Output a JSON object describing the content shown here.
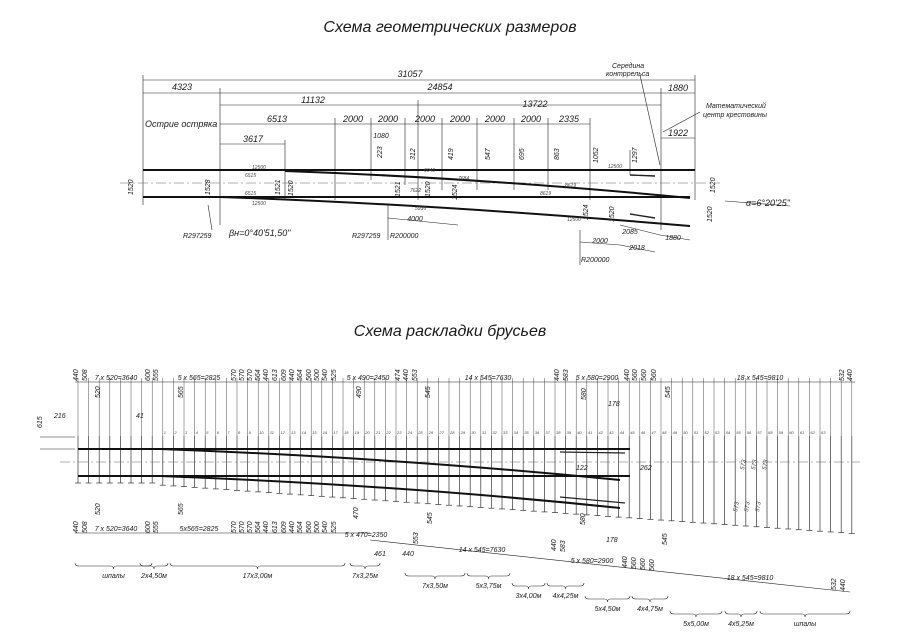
{
  "geometry": {
    "title": "Схема геометрических размеров",
    "labels": {
      "tip": "Острие остряка",
      "guard_mid_1": "Середина",
      "guard_mid_2": "контррельса",
      "math_center_1": "Математический",
      "math_center_2": "центр крестовины",
      "alpha": "α=6°20'25\"",
      "beta": "βн=0°40'51,50\""
    },
    "dims": {
      "total": "31057",
      "d4323": "4323",
      "d24854": "24854",
      "d11132": "11132",
      "d13722": "13722",
      "d1880a": "1880",
      "d6513": "6513",
      "d2000": "2000",
      "d2335": "2335",
      "d1922": "1922",
      "d3617": "3617",
      "d1080": "1080",
      "d4000": "4000",
      "d2018": "2018",
      "d2085": "2085",
      "d1880b": "1880"
    },
    "ordinates": [
      "223",
      "312",
      "419",
      "547",
      "695",
      "863",
      "1052",
      "1297"
    ],
    "gauges": [
      "1520",
      "1528",
      "1521",
      "1520",
      "1521",
      "1520",
      "1524",
      "1524",
      "1520",
      "1520",
      "1520"
    ],
    "small": [
      "12500",
      "6515",
      "6515",
      "12500",
      "6049",
      "7684",
      "7622",
      "5936",
      "8619",
      "8619",
      "12500",
      "12500"
    ],
    "radii": [
      "R297259",
      "R297259",
      "R200000",
      "R200000"
    ]
  },
  "sleepers": {
    "title": "Схема раскладки брусьев",
    "top_row": [
      "440",
      "508",
      "7 x 520=3640",
      "600",
      "555",
      "5 x 565=2825",
      "570",
      "570",
      "570",
      "564",
      "440",
      "613",
      "609",
      "440",
      "564",
      "560",
      "500",
      "540",
      "525",
      "5 x 490=2450",
      "474",
      "440",
      "553",
      "14 x 545=7630",
      "440",
      "583",
      "5 x 580=2900",
      "440",
      "560",
      "560",
      "560",
      "18 x 545=9810",
      "532",
      "440"
    ],
    "second_row": [
      "520",
      "565",
      "490",
      "545",
      "580",
      "178",
      "545",
      "216",
      "615",
      "41"
    ],
    "bottom_row": [
      "440",
      "508",
      "7 x 520=3640",
      "600",
      "555",
      "5x565=2825",
      "570",
      "570",
      "570",
      "564",
      "440",
      "613",
      "609",
      "440",
      "564",
      "560",
      "500",
      "540",
      "525",
      "5 x 470=2350",
      "461",
      "440",
      "553",
      "14 x 545=7630",
      "440",
      "583",
      "5 x 580=2900",
      "440",
      "560",
      "560",
      "560",
      "18 x 545=9810",
      "532",
      "440"
    ],
    "bottom_second": [
      "520",
      "565",
      "470",
      "545",
      "580",
      "178",
      "545"
    ],
    "frog": [
      "122",
      "262"
    ],
    "skew": [
      "573",
      "573",
      "573",
      "573",
      "573",
      "573"
    ],
    "groups": [
      "шпалы",
      "2x4,50м",
      "17x3,00м",
      "7x3,25м",
      "7x3,50м",
      "5x3,75м",
      "3x4,00м",
      "4x4,25м",
      "5x4,50м",
      "4x4,75м",
      "5x5,00м",
      "4x5,25м",
      "шпалы"
    ],
    "numbered_sleepers": 63
  }
}
